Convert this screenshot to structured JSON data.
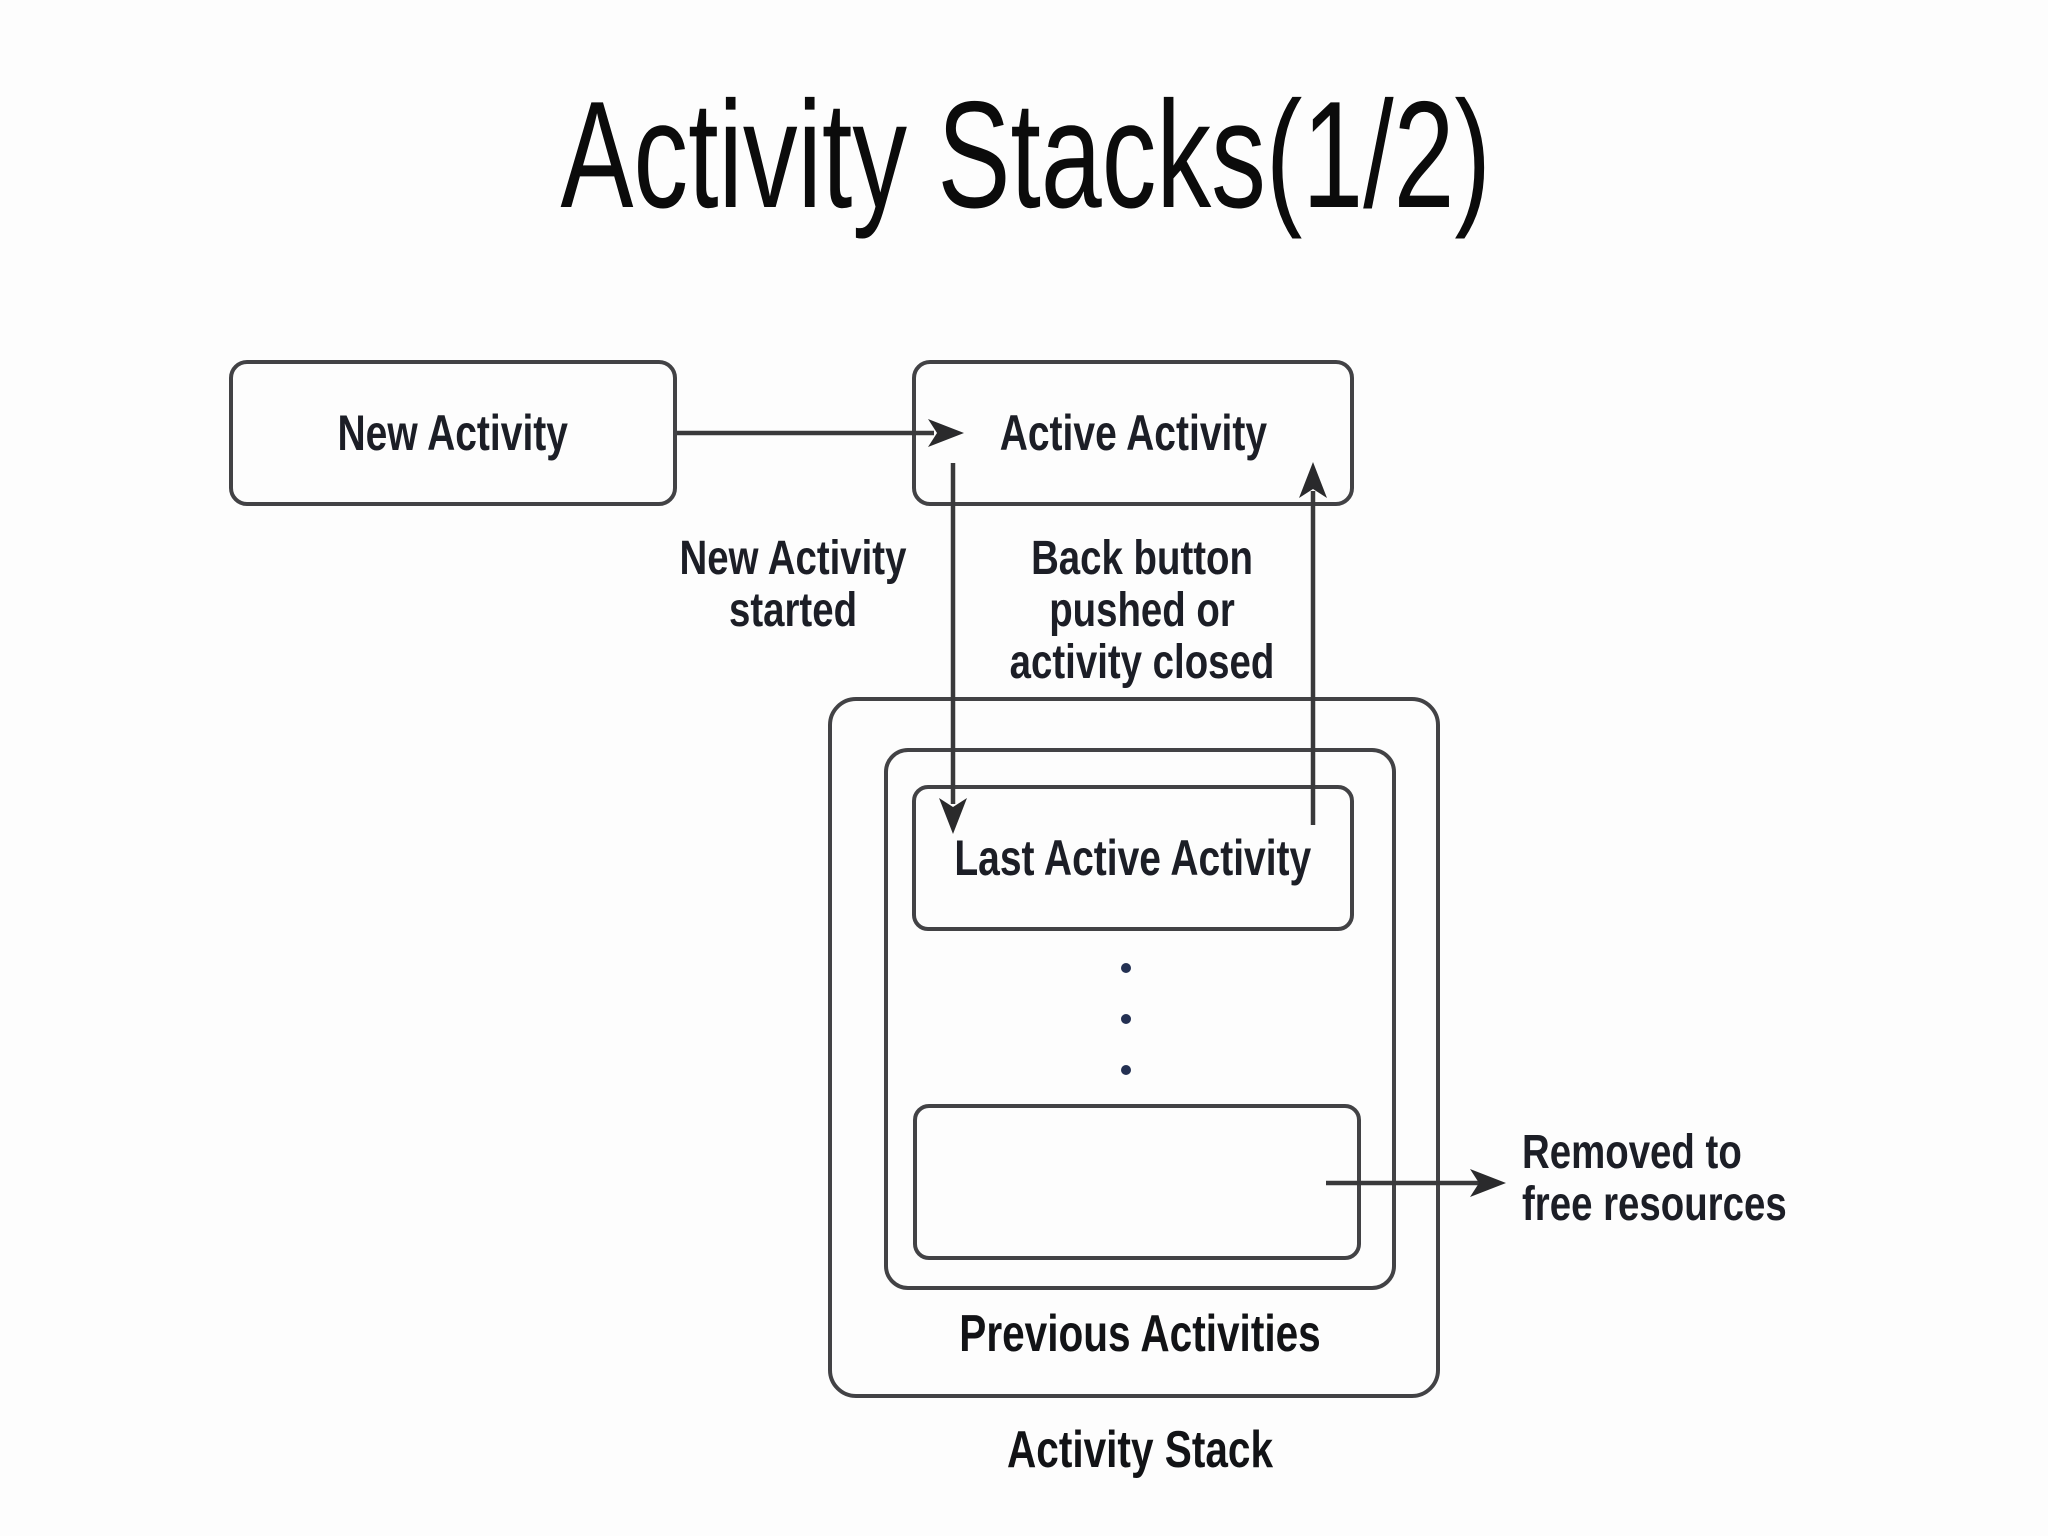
{
  "title": "Activity Stacks(1/2)",
  "boxes": {
    "new_activity": "New Activity",
    "active_activity": "Active Activity",
    "last_active_activity": "Last Active Activity",
    "removed_slot": ""
  },
  "annotations": {
    "new_activity_started": [
      "New Activity",
      "started"
    ],
    "back_button": [
      "Back button",
      "pushed or",
      "activity closed"
    ],
    "removed": [
      "Removed to",
      "free resources"
    ]
  },
  "captions": {
    "previous_activities": "Previous Activities",
    "activity_stack": "Activity Stack"
  },
  "stack_ellipsis_dot_count": 3,
  "colors": {
    "background": "#fdfdfd",
    "line": "#39393b",
    "arrowhead": "#2a2a2c",
    "box_border": "#424245",
    "label_text": "#1c1e26",
    "caption_text": "#121316",
    "title_text": "#0b0b0b",
    "dot": "#233052"
  }
}
